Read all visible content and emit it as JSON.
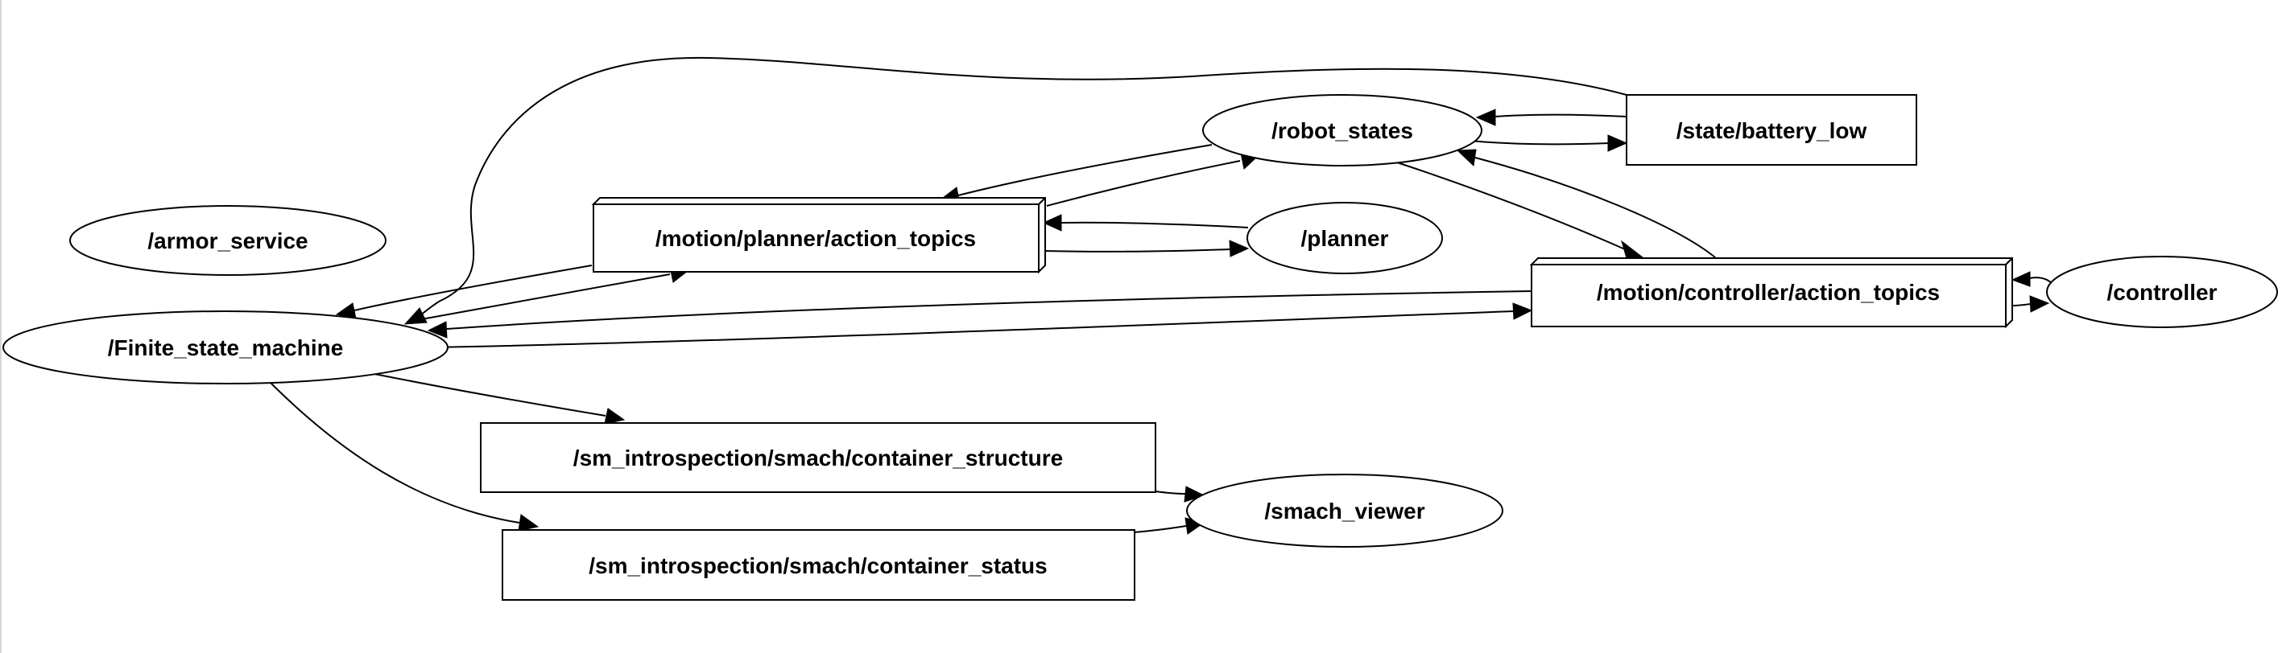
{
  "graph": {
    "nodes": {
      "armor_service": "/armor_service",
      "finite_state_machine": "/Finite_state_machine",
      "motion_planner_action_topics": "/motion/planner/action_topics",
      "robot_states": "/robot_states",
      "state_battery_low": "/state/battery_low",
      "planner": "/planner",
      "motion_controller_action_topics": "/motion/controller/action_topics",
      "controller": "/controller",
      "container_structure": "/sm_introspection/smach/container_structure",
      "smach_viewer": "/smach_viewer",
      "container_status": "/sm_introspection/smach/container_status"
    },
    "edges": [
      {
        "from": "state_battery_low",
        "to": "finite_state_machine"
      },
      {
        "from": "state_battery_low",
        "to": "robot_states"
      },
      {
        "from": "robot_states",
        "to": "state_battery_low"
      },
      {
        "from": "robot_states",
        "to": "motion_planner_action_topics"
      },
      {
        "from": "motion_planner_action_topics",
        "to": "robot_states"
      },
      {
        "from": "robot_states",
        "to": "motion_controller_action_topics"
      },
      {
        "from": "motion_controller_action_topics",
        "to": "robot_states"
      },
      {
        "from": "planner",
        "to": "motion_planner_action_topics"
      },
      {
        "from": "motion_planner_action_topics",
        "to": "planner"
      },
      {
        "from": "motion_planner_action_topics",
        "to": "finite_state_machine"
      },
      {
        "from": "finite_state_machine",
        "to": "motion_planner_action_topics"
      },
      {
        "from": "motion_controller_action_topics",
        "to": "finite_state_machine"
      },
      {
        "from": "finite_state_machine",
        "to": "motion_controller_action_topics"
      },
      {
        "from": "controller",
        "to": "motion_controller_action_topics"
      },
      {
        "from": "motion_controller_action_topics",
        "to": "controller"
      },
      {
        "from": "finite_state_machine",
        "to": "container_structure"
      },
      {
        "from": "finite_state_machine",
        "to": "container_status"
      },
      {
        "from": "container_structure",
        "to": "smach_viewer"
      },
      {
        "from": "container_status",
        "to": "smach_viewer"
      }
    ]
  }
}
